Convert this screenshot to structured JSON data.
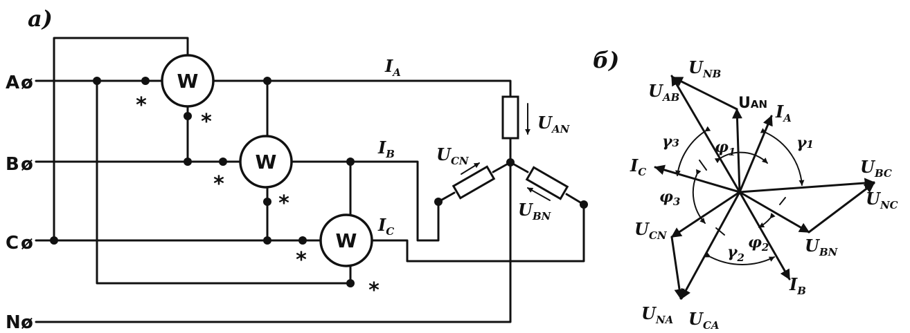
{
  "panel_a": {
    "label": "a)",
    "terminals": {
      "a": "A",
      "b": "B",
      "c": "C",
      "n": "N",
      "symbol": "ø"
    },
    "wattmeter": "W",
    "star": "*",
    "currents": {
      "ia": {
        "main": "I",
        "sub": "A"
      },
      "ib": {
        "main": "I",
        "sub": "B"
      },
      "ic": {
        "main": "I",
        "sub": "C"
      }
    },
    "voltages": {
      "uan": {
        "main": "U",
        "sub": "AN"
      },
      "ucn": {
        "main": "U",
        "sub": "CN"
      },
      "ubn": {
        "main": "U",
        "sub": "BN"
      }
    }
  },
  "panel_b": {
    "label": "б)",
    "vectors": {
      "u_nb": {
        "main": "U",
        "sub": "NB"
      },
      "u_ab": {
        "main": "U",
        "sub": "AB"
      },
      "u_an": {
        "main": "U",
        "sub": "AN"
      },
      "i_a": {
        "main": "I",
        "sub": "A"
      },
      "u_bc": {
        "main": "U",
        "sub": "BC"
      },
      "u_nc": {
        "main": "U",
        "sub": "NC"
      },
      "u_bn": {
        "main": "U",
        "sub": "BN"
      },
      "i_b": {
        "main": "I",
        "sub": "B"
      },
      "u_ca": {
        "main": "U",
        "sub": "CA"
      },
      "u_na": {
        "main": "U",
        "sub": "NA"
      },
      "u_cn": {
        "main": "U",
        "sub": "CN"
      },
      "i_c": {
        "main": "I",
        "sub": "C"
      }
    },
    "angles": {
      "phi1": {
        "main": "φ",
        "sub": "1"
      },
      "phi2": {
        "main": "φ",
        "sub": "2"
      },
      "phi3": {
        "main": "φ",
        "sub": "3"
      },
      "gamma1": {
        "main": "γ",
        "sub": "1"
      },
      "gamma2": {
        "main": "γ",
        "sub": "2"
      },
      "gamma3": {
        "main": "γ",
        "sub": "3"
      }
    }
  }
}
